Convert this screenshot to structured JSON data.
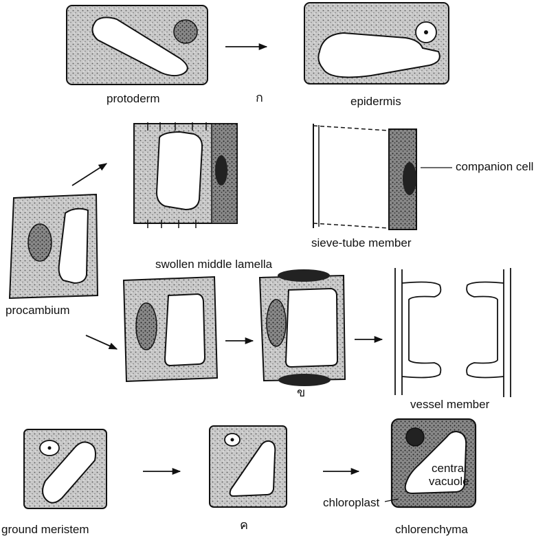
{
  "labels": {
    "protoderm": "protoderm",
    "mark_a": "ก",
    "epidermis": "epidermis",
    "companion_cell": "companion cell",
    "sieve_tube_member": "sieve-tube member",
    "swollen_middle_lamella": "swollen middle lamella",
    "procambium": "procambium",
    "mark_b": "ข",
    "vessel_member": "vessel member",
    "ground_meristem": "ground meristem",
    "mark_c": "ค",
    "chlorenchyma": "chlorenchyma",
    "chloroplast": "chloroplast",
    "central_vacuole_line1": "central",
    "central_vacuole_line2": "vacuole"
  },
  "colors": {
    "ink": "#111111",
    "cytoplasm": "#bdbdbd",
    "nucleus": "#333333",
    "background": "#ffffff"
  }
}
